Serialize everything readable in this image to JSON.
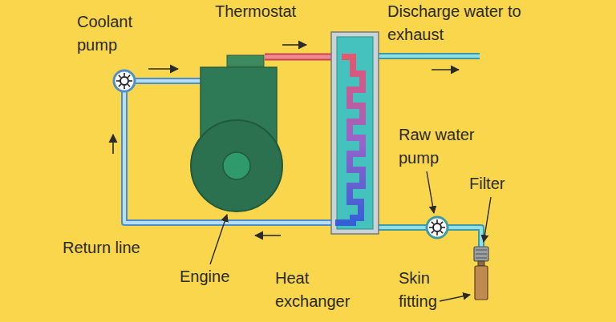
{
  "diagram": {
    "labels": [
      "Coolant pump",
      "Thermostat",
      "Discharge water to exhaust",
      "Raw water pump",
      "Filter",
      "Return line",
      "Engine",
      "Heat exchanger",
      "Skin fitting"
    ]
  }
}
